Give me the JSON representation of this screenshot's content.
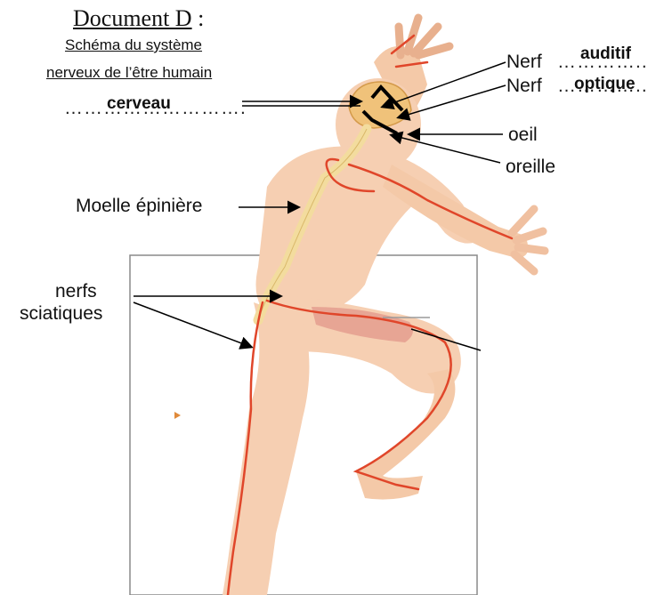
{
  "document": {
    "title_main": "Document D",
    "title_colon": " :",
    "subtitle_line1": "Schéma du système",
    "subtitle_line2": "nerveux de l’être humain"
  },
  "labels": {
    "cerveau_dots": "……………………….",
    "cerveau_answer": "cerveau",
    "nerf1_prefix": "Nerf",
    "nerf1_dots": "…………..",
    "nerf1_answer": "auditif",
    "nerf2_prefix": "Nerf",
    "nerf2_dots": "…………..",
    "nerf2_answer": "optique",
    "oeil": "oeil",
    "oreille": "oreille",
    "moelle": "Moelle épinière",
    "nerfs_line1": "nerfs",
    "nerfs_line2": "sciatiques"
  },
  "colors": {
    "skin": "#f6cfb2",
    "skin_dark": "#eab898",
    "nerve": "#e0462a",
    "spine": "#f3dc9e",
    "muscle": "#e39a8c",
    "brain": "#f0c27a"
  }
}
